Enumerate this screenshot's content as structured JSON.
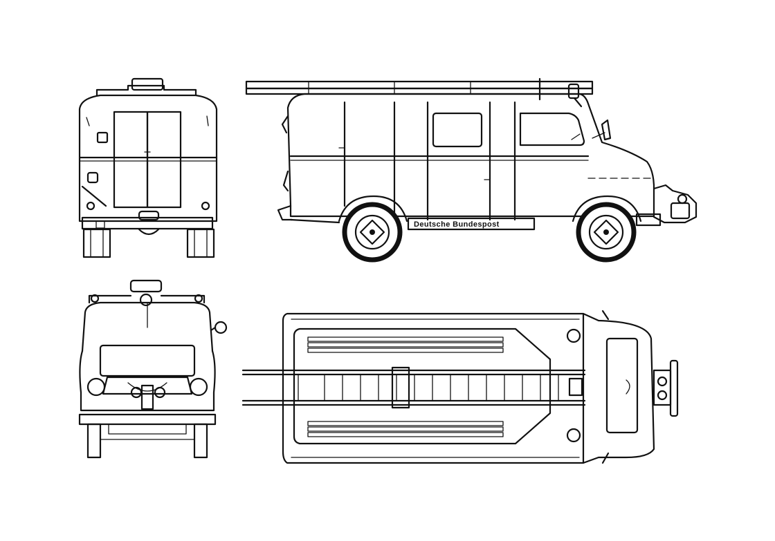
{
  "drawing": {
    "side_lettering": "Deutsche Bundespost",
    "views": [
      "rear",
      "side",
      "front",
      "top"
    ]
  },
  "colors": {
    "line": "#111111",
    "paper": "#ffffff"
  }
}
